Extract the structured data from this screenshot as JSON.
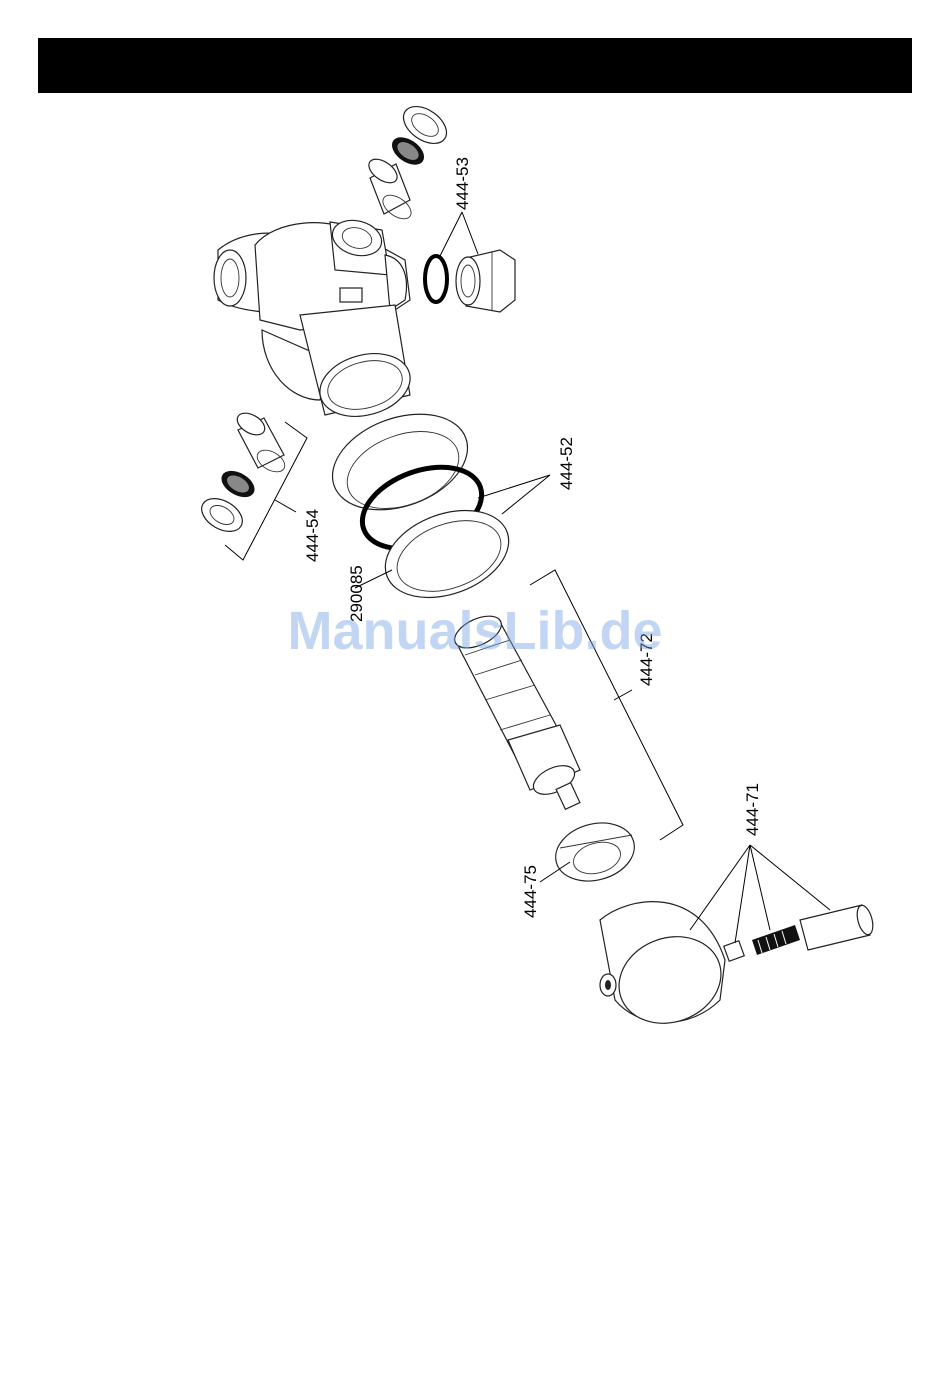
{
  "labels": {
    "part_444_53": "444-53",
    "part_444_52": "444-52",
    "part_444_54": "444-54",
    "part_290085": "290085",
    "part_444_72": "444-72",
    "part_444_75": "444-75",
    "part_444_71": "444-71"
  },
  "watermark": "ManualsLib.de",
  "colors": {
    "header": "#000000",
    "watermark": "#78a5e6"
  }
}
